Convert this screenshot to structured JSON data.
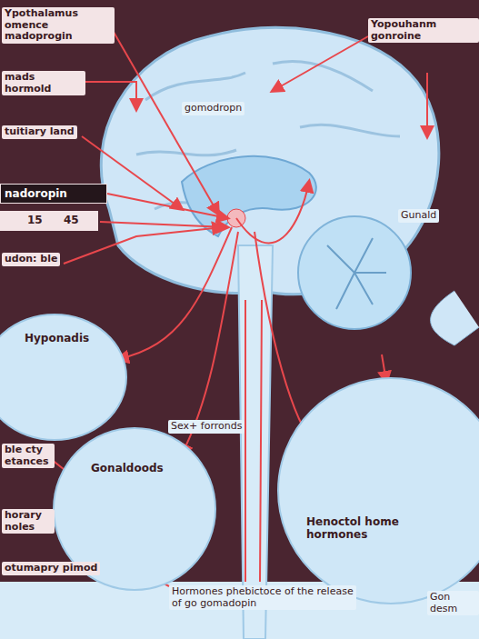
{
  "diagram": {
    "nodes": [
      {
        "text": [
          "nadoropin"
        ]
      },
      {
        "text": [
          "15",
          "45"
        ]
      },
      {
        "text": [
          "Hyponadis"
        ]
      },
      {
        "text": [
          "Gonaldoods"
        ]
      },
      {
        "text": [
          "Henoctol home hormones"
        ]
      }
    ],
    "labels": [
      "Ypothalamus omence madoprogin",
      "mads hormold",
      "tuitiary land",
      "udon: ble",
      "ble cty etances",
      "horary noles",
      "otumapry pimod",
      "Sex+ forronds",
      "gomodropn",
      "Yopouhanm gonroine",
      "Gunald",
      "Hormones phebictoce of the release of go gomadopin",
      "Gon desm"
    ]
  }
}
